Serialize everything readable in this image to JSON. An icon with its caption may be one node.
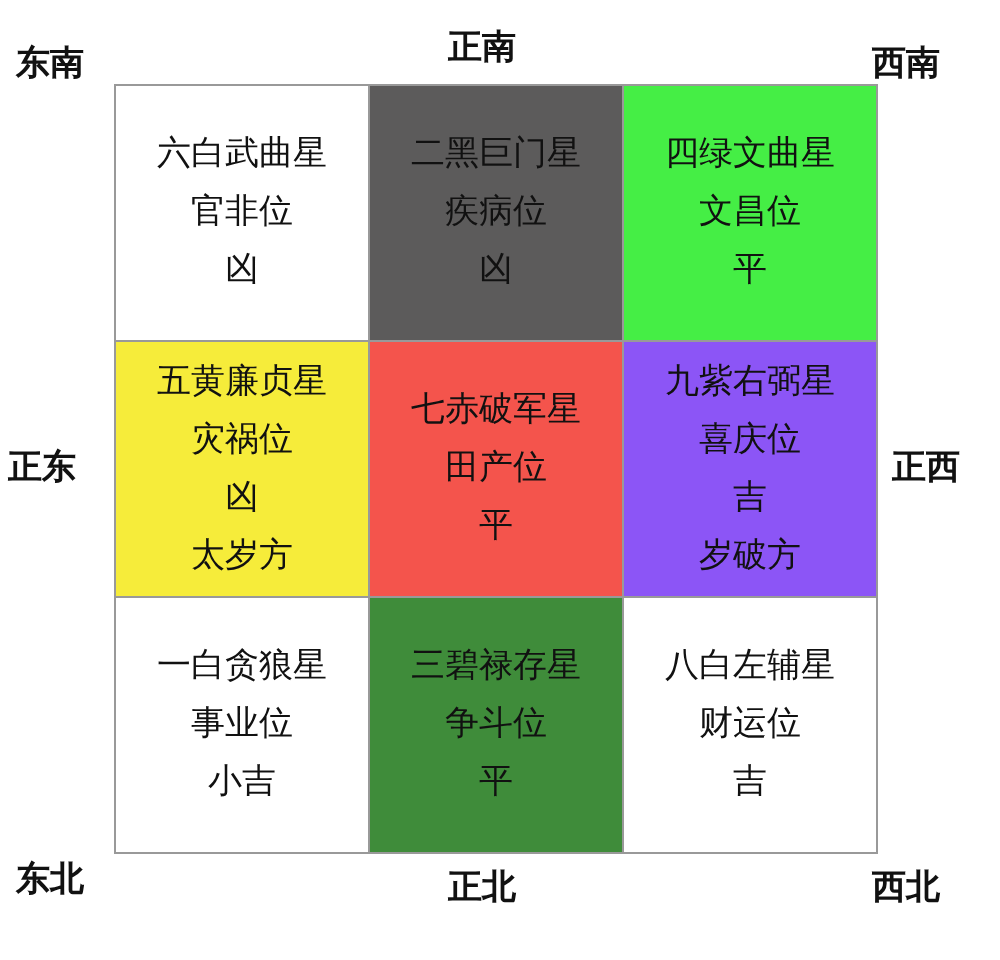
{
  "diagram": {
    "nodes": [
      {
        "text": [
          "六白武曲星",
          "官非位",
          "凶"
        ]
      },
      {
        "text": [
          "二黑巨门星",
          "疾病位",
          "凶"
        ]
      },
      {
        "text": [
          "四绿文曲星",
          "文昌位",
          "平"
        ]
      },
      {
        "text": [
          "五黄廉贞星",
          "灾祸位",
          "凶",
          "太岁方"
        ]
      },
      {
        "text": [
          "七赤破军星",
          "田产位",
          "平"
        ]
      },
      {
        "text": [
          "九紫右弼星",
          "喜庆位",
          "吉",
          "岁破方"
        ]
      },
      {
        "text": [
          "一白贪狼星",
          "事业位",
          "小吉"
        ]
      },
      {
        "text": [
          "三碧禄存星",
          "争斗位",
          "平"
        ]
      },
      {
        "text": [
          "八白左辅星",
          "财运位",
          "吉"
        ]
      }
    ],
    "labels": [
      "东南",
      "正南",
      "西南",
      "正东",
      "正西",
      "东北",
      "正北",
      "西北"
    ]
  }
}
